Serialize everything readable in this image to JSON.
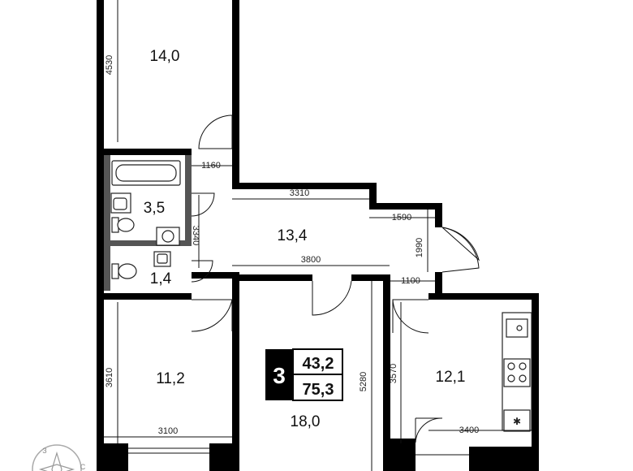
{
  "rooms": {
    "room_top_left": "14,0",
    "bathroom": "3,5",
    "toilet": "1,4",
    "hallway": "13,4",
    "bedroom_left": "11,2",
    "living": "18,0",
    "kitchen": "12,1"
  },
  "dimensions": {
    "d4530": "4530",
    "d1160": "1160",
    "d3310": "3310",
    "d3340": "3340",
    "d1590": "1590",
    "d1990": "1990",
    "d3800": "3800",
    "d1100": "1100",
    "d3610": "3610",
    "d3100": "3100",
    "d5280": "5280",
    "d3570": "3570",
    "d3400": "3400"
  },
  "badge": {
    "rooms_count": "3",
    "living_area": "43,2",
    "total_area": "75,3"
  },
  "compass": {
    "north_letter": "З",
    "south_letter": "С"
  },
  "colors": {
    "wall": "#000000",
    "bath_wall": "#555555",
    "badge_bg": "#000000"
  }
}
